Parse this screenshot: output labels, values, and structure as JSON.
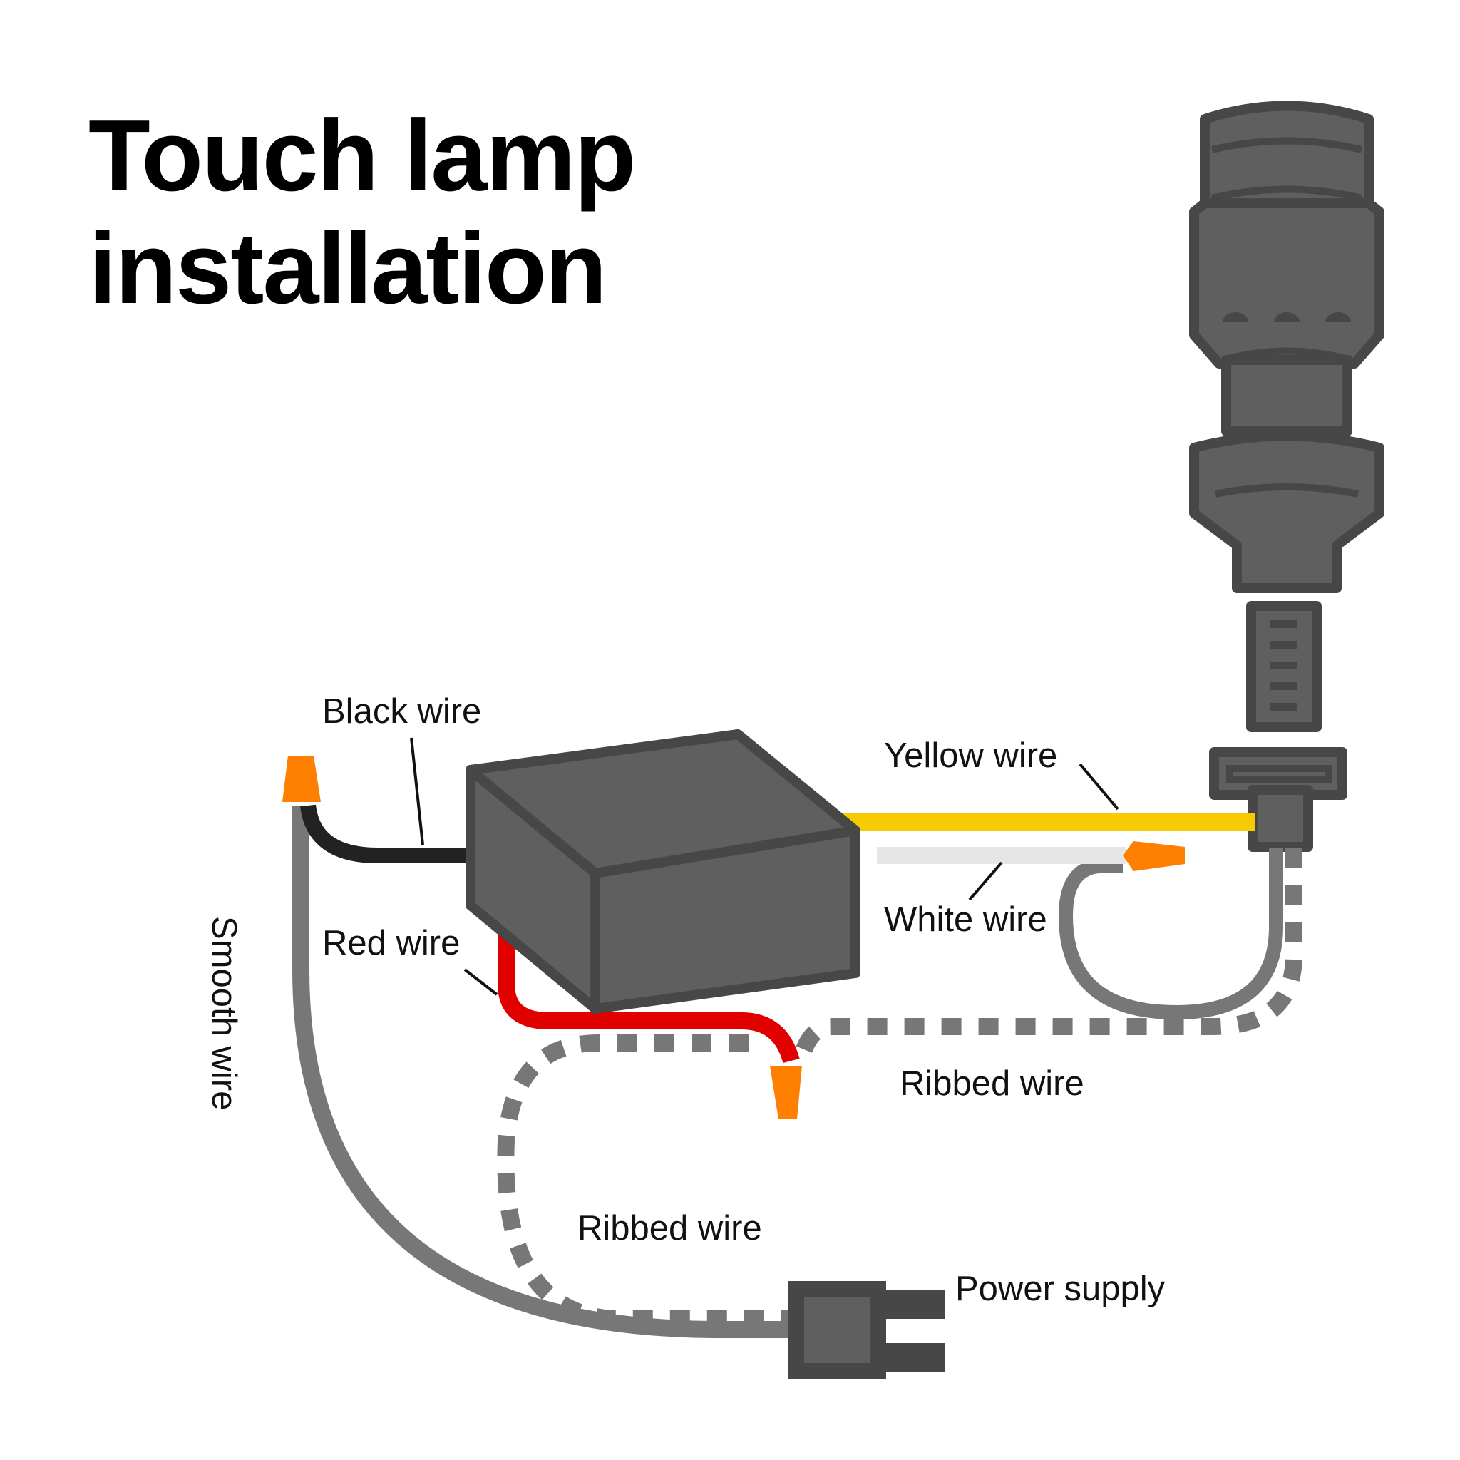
{
  "title": {
    "line1": "Touch lamp",
    "line2": "installation"
  },
  "labels": {
    "black_wire": "Black wire",
    "red_wire": "Red wire",
    "yellow_wire": "Yellow wire",
    "white_wire": "White wire",
    "ribbed_wire_right": "Ribbed wire",
    "ribbed_wire_left": "Ribbed wire",
    "smooth_wire": "Smooth wire",
    "power_supply": "Power supply"
  },
  "colors": {
    "device": "#5f5f5f",
    "device_outline": "#474747",
    "wire_gray": "#777777",
    "black_wire": "#222222",
    "red_wire": "#e00000",
    "yellow_wire": "#f5cc00",
    "white_wire": "#e6e6e6",
    "wire_nut": "#ff7f00"
  }
}
